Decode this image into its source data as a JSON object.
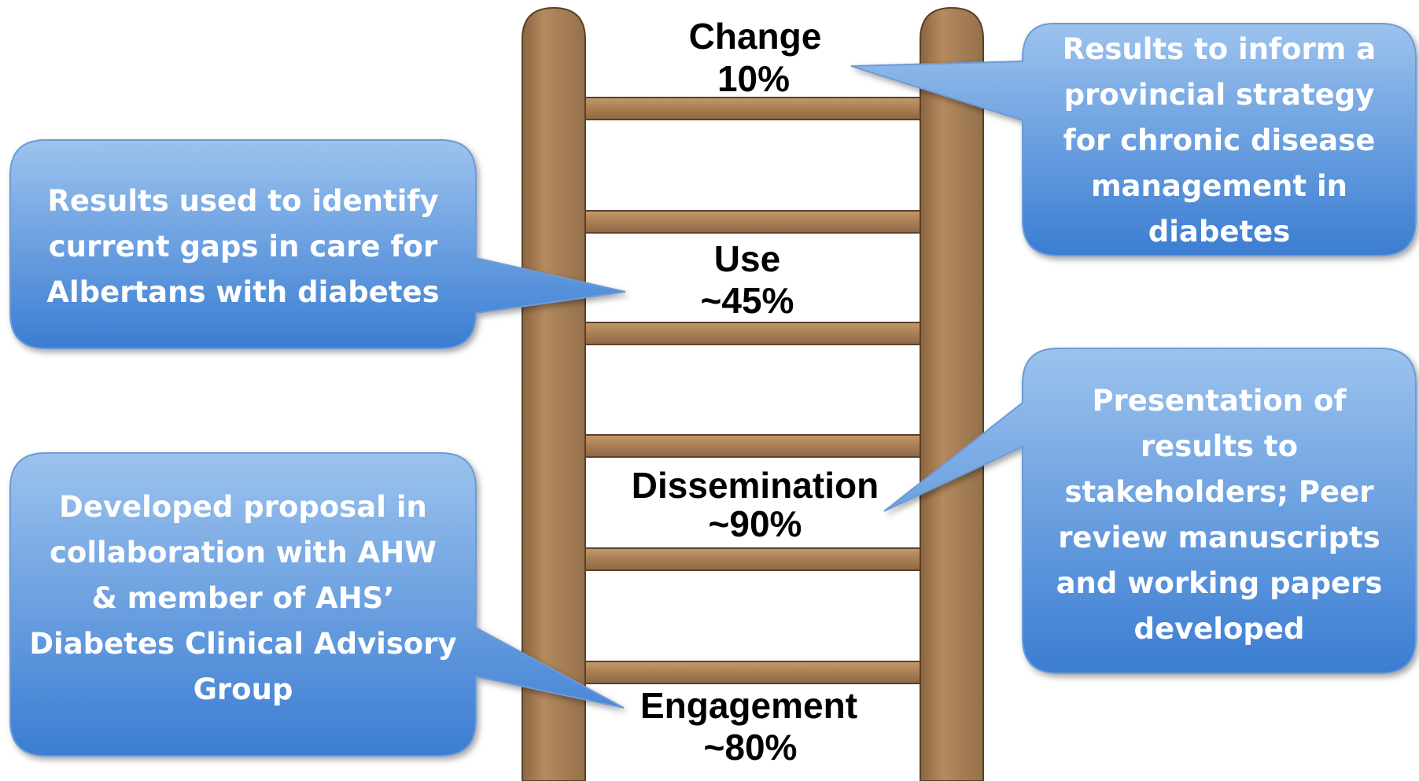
{
  "ladder": {
    "rungs": [
      {
        "name": "Change",
        "value": "10%"
      },
      {
        "name": "Use",
        "value": "~45%"
      },
      {
        "name": "Dissemination",
        "value": "~90%"
      },
      {
        "name": "Engagement",
        "value": "~80%"
      }
    ],
    "rail_color": "#a97e54",
    "rail_border_color": "#5a4128",
    "rung_color": "#a97e54"
  },
  "callouts": {
    "change": [
      "Results to inform a",
      "provincial strategy",
      "for chronic disease",
      "management in",
      "diabetes"
    ],
    "use": [
      "Results used to identify",
      "current gaps in care for",
      "Albertans with diabetes"
    ],
    "dissemination": [
      "Presentation of",
      "results to",
      "stakeholders; Peer",
      "review manuscripts",
      "and working papers",
      "developed"
    ],
    "engagement": [
      "Developed proposal in",
      "collaboration with AHW",
      "& member of AHS’",
      "Diabetes Clinical Advisory",
      "Group"
    ]
  },
  "colors": {
    "callout_top": "#9cc3ee",
    "callout_bottom": "#3b7dd2",
    "callout_border": "#6d9bd6",
    "text": "#000000",
    "callout_text": "#ffffff"
  }
}
